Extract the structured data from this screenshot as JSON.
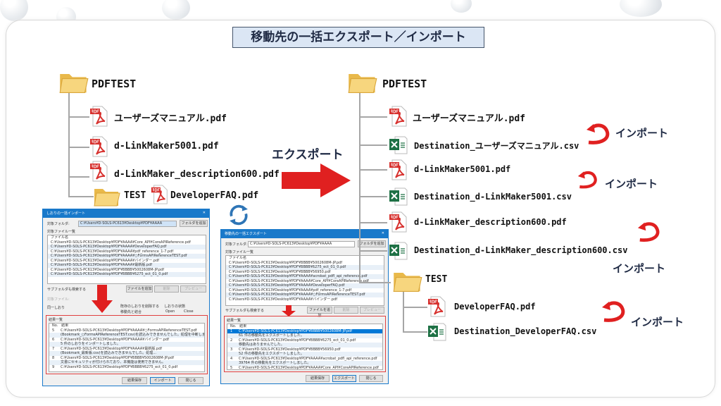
{
  "title": "移動先の一括エクスポート／インポート",
  "export_label": "エクスポート",
  "left_tree": {
    "root": "PDFTEST",
    "files": [
      "ユーザーズマニュアル.pdf",
      "d-LinkMaker5001.pdf",
      "d-LinkMaker_description600.pdf"
    ],
    "subfolder": "TEST",
    "subfiles": [
      "DeveloperFAQ.pdf"
    ]
  },
  "right_tree": {
    "root": "PDFTEST",
    "files": [
      "ユーザーズマニュアル.pdf",
      "Destination_ユーザーズマニュアル.csv",
      "d-LinkMaker5001.pdf",
      "Destination_d-LinkMaker5001.csv",
      "d-LinkMaker_description600.pdf",
      "Destination_d-LinkMaker_description600.csv"
    ],
    "subfolder": "TEST",
    "subfiles": [
      "DeveloperFAQ.pdf",
      "Destination_DeveloperFAQ.csv"
    ]
  },
  "import_label": "インポート",
  "import_dialog": {
    "title": "しおりの一括インポート",
    "folder_label": "対象フォルダ:",
    "folder_value": "C:¥Users¥D-SOLS-PC613¥Desktop¥PDF¥AAAA",
    "add_folder": "フォルダを追加",
    "file_list_label": "対象ファイル一覧",
    "col": "ファイル名",
    "files": [
      "C:¥Users¥D-SOLS-PC613¥Desktop¥PDF¥AAAA¥Core_API¥CoreAPIReference.pdf",
      "C:¥Users¥D-SOLS-PC613¥Desktop¥PDF¥AAAA¥DeveloperFAQ.pdf",
      "C:¥Users¥D-SOLS-PC613¥Desktop¥PDF¥AAAA¥pdf_reference_1-7.pdf",
      "C:¥Users¥D-SOLS-PC613¥Desktop¥PDF¥AAAA¥○FormsAPIReferenceTEST.pdf",
      "C:¥Users¥D-SOLS-PC613¥Desktop¥PDF¥AAAA¥バインダー.pdf",
      "C:¥Users¥D-SOLS-PC613¥Desktop¥PDF¥AAAA¥最新版.pdf",
      "C:¥Users¥D-SOLS-PC613¥Desktop¥PDF¥BBBB¥5002608M-JP.pdf",
      "C:¥Users¥D-SOLS-PC613¥Desktop¥PDF¥BBBB¥6275_ect_01_0.pdf"
    ],
    "subfolder_check": "サブフォルダも検索する",
    "add_file": "ファイルを追加",
    "delete": "削除",
    "preview": "プレビュー",
    "target_file": "対象ファイル:",
    "same": "同一しおり",
    "delete_existing": "既存のしおりを削除する",
    "combine": "移動先と結合",
    "state_label": "しおりの状態",
    "open": "Open",
    "close_opt": "Close",
    "result_label": "結果一覧",
    "no": "No.",
    "result": "結果",
    "results": [
      [
        "5",
        "C:¥Users¥D-SOLS-PC613¥Desktop¥PDF¥AAAA¥○FormsAPIReferenceTEST.pdf"
      ],
      [
        "",
        "(Bookmark_○FormsAPIReferenceTEST.csv)を読込みできませんでした。処理を中断しました。"
      ],
      [
        "6",
        "C:¥Users¥D-SOLS-PC613¥Desktop¥PDF¥AAAA¥バインダー.pdf"
      ],
      [
        "",
        "5 件のしおりをインポートしました。"
      ],
      [
        "7",
        "C:¥Users¥D-SOLS-PC613¥Desktop¥PDF¥AAAA¥最新版.pdf"
      ],
      [
        "",
        "(Bookmark_最新版.csv)を読込みできませんでした。処理..."
      ],
      [
        "8",
        "C:¥Users¥D-SOLS-PC613¥Desktop¥PDF¥BBBB¥5002608M-JP.pdf"
      ],
      [
        "",
        "文書にセキュリティが付けられており、本機能は使用できません。"
      ],
      [
        "9",
        "C:¥Users¥D-SOLS-PC613¥Desktop¥PDF¥BBBB¥6275_ect_01_0.pdf"
      ]
    ],
    "save": "結果保存",
    "run": "インポート",
    "close": "閉じる"
  },
  "export_dialog": {
    "title": "移動先の一括エクスポート",
    "folder_label": "対象フォルダ:",
    "folder_value": "C:¥Users¥D-SOLS-PC613¥Desktop¥PDF¥AAAA",
    "add_folder": "フォルダを追加",
    "file_list_label": "対象ファイル一覧",
    "col": "ファイル名",
    "files": [
      "C:¥Users¥D-SOLS-PC613¥Desktop¥PDF¥BBBB¥5002608M-JP.pdf",
      "C:¥Users¥D-SOLS-PC613¥Desktop¥PDF¥BBBB¥6275_ect_01_0.pdf",
      "C:¥Users¥D-SOLS-PC613¥Desktop¥PDF¥BBBB¥56950.pdf",
      "C:¥Users¥D-SOLS-PC613¥Desktop¥PDF¥AAAA¥acrobat_pdfl_api_reference.pdf",
      "C:¥Users¥D-SOLS-PC613¥Desktop¥PDF¥AAAA¥Core_API¥CoreAPIReference.pdf",
      "C:¥Users¥D-SOLS-PC613¥Desktop¥PDF¥AAAA¥DeveloperFAQ.pdf",
      "C:¥Users¥D-SOLS-PC613¥Desktop¥PDF¥AAAA¥pdf_reference_1-7.pdf",
      "C:¥Users¥D-SOLS-PC613¥Desktop¥PDF¥AAAA¥○FormsAPIReferenceTEST.pdf",
      "C:¥Users¥D-SOLS-PC613¥Desktop¥PDF¥AAAA¥バインダー.pdf"
    ],
    "subfolder_check": "サブフォルダも検索する",
    "add_file": "ファイルを追加",
    "delete": "削除",
    "preview": "プレビュー",
    "result_label": "結果一覧",
    "no": "No.",
    "result": "結果",
    "results": [
      [
        "1",
        "C:¥Users¥D-SOLS-PC613¥Desktop¥PDF¥BBBB¥5002608M-JP.pdf"
      ],
      [
        "",
        "61 件の移動先をエクスポートしました。"
      ],
      [
        "2",
        "C:¥Users¥D-SOLS-PC613¥Desktop¥PDF¥BBBB¥6275_ect_01_0.pdf"
      ],
      [
        "",
        "移動先はありませんでした。"
      ],
      [
        "3",
        "C:¥Users¥D-SOLS-PC613¥Desktop¥PDF¥BBBB¥56950.pdf"
      ],
      [
        "",
        "52 件の移動先をエクスポートしました。"
      ],
      [
        "4",
        "C:¥Users¥D-SOLS-PC613¥Desktop¥PDF¥AAAA¥acrobat_pdfl_api_reference.pdf"
      ],
      [
        "",
        "39764 件の移動先をエクスポートしました。"
      ],
      [
        "5",
        "C:¥Users¥D-SOLS-PC613¥Desktop¥PDF¥AAAA¥Core_API¥CoreAPIReference.pdf"
      ]
    ],
    "save": "結果保存",
    "run": "エクスポート",
    "close": "閉じる"
  },
  "colors": {
    "accent": "#1979ca",
    "red": "#e02020",
    "title_bg": "#dbe6f4"
  }
}
